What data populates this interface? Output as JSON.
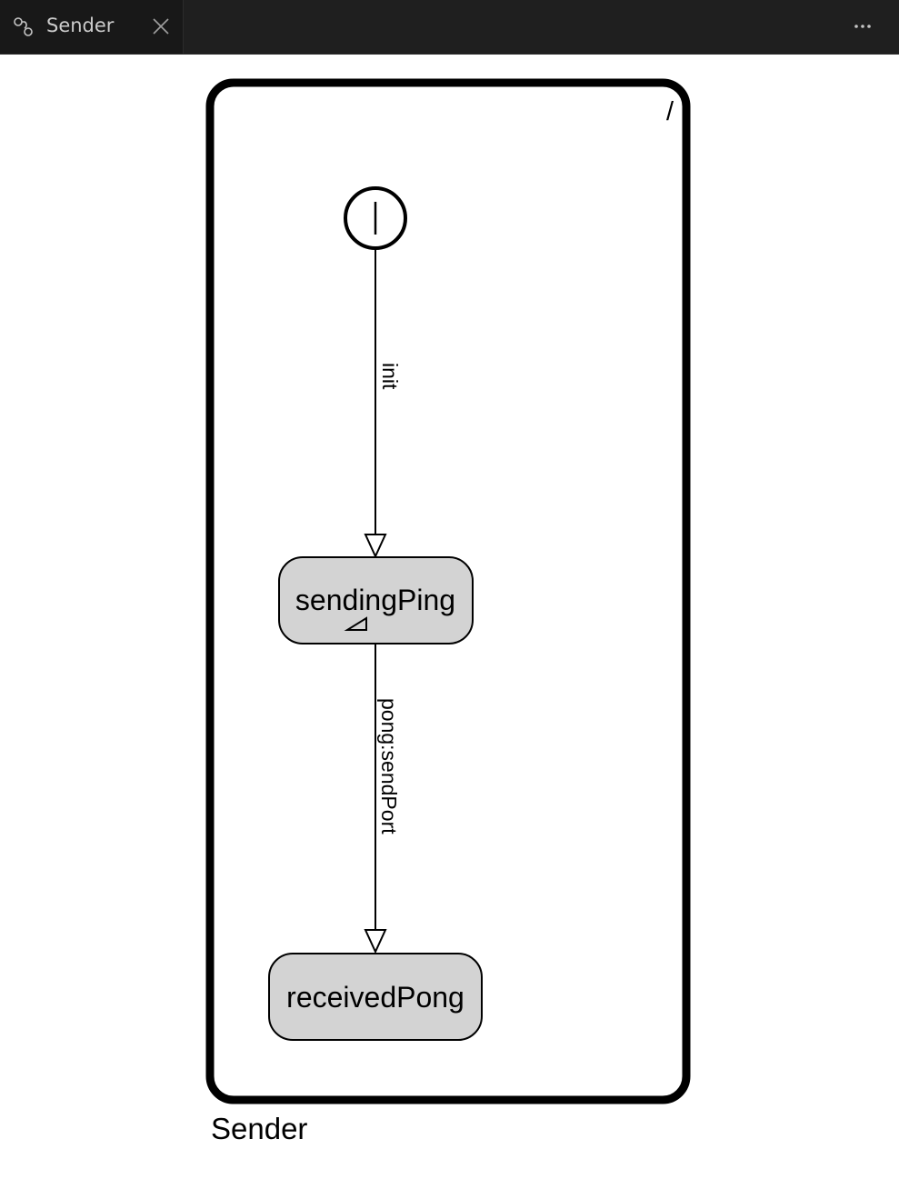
{
  "tab": {
    "label": "Sender",
    "icon": "state-machine-icon",
    "close_icon": "close-icon"
  },
  "toolbar": {
    "more_icon": "more-actions-icon"
  },
  "diagram": {
    "machine_name": "Sender",
    "region_label": "/",
    "states": [
      {
        "name": "sendingPing"
      },
      {
        "name": "receivedPong"
      }
    ],
    "transitions": [
      {
        "label": "init"
      },
      {
        "label": "pong:sendPort"
      }
    ],
    "colors": {
      "state_fill": "#d3d3d3",
      "stroke": "#000000",
      "titlebar": "#1f1f1f",
      "tab_active": "#181818"
    }
  }
}
